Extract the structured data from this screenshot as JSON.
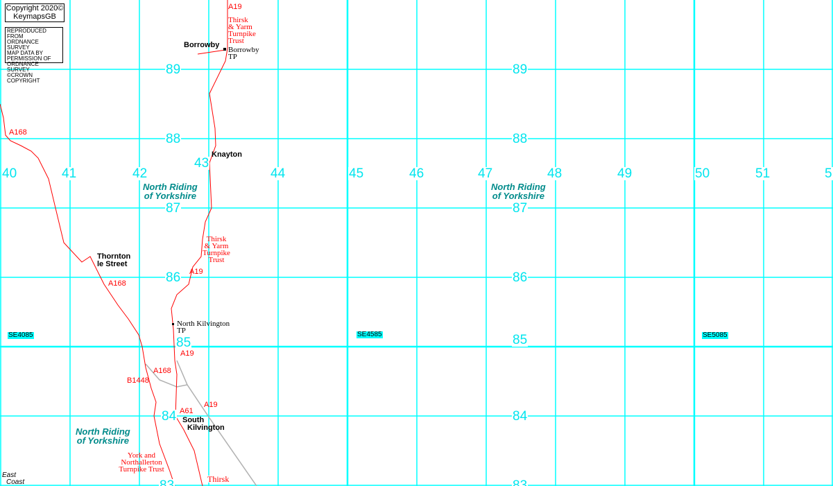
{
  "copyright": {
    "line1": "Copyright 2020©",
    "line2": "KeymapsGB"
  },
  "os_notice": [
    "REPRODUCED FROM",
    "ORDNANCE SURVEY",
    "MAP DATA BY",
    "PERMISSION OF",
    "ORDNANCE SURVEY",
    "©CROWN COPYRIGHT"
  ],
  "colors": {
    "grid": "#00ffff",
    "road": "#ff0000",
    "minor_road": "#b0b0b0",
    "county": "#008b8b"
  },
  "eastings": [
    "40",
    "41",
    "42",
    "43",
    "44",
    "45",
    "46",
    "47",
    "48",
    "49",
    "50",
    "51",
    "5"
  ],
  "northings": {
    "col1": [
      "89",
      "88",
      "87",
      "86",
      "85",
      "84",
      "83"
    ],
    "col2": [
      "89",
      "88",
      "87",
      "86",
      "85",
      "84",
      "83"
    ]
  },
  "grid_refs": [
    "SE4085",
    "SE4585",
    "SE5085"
  ],
  "places": {
    "borrowby": "Borrowby",
    "knayton": "Knayton",
    "thornton": [
      "Thornton",
      "le Street"
    ],
    "south_kilvington": [
      "South",
      "Kilvington"
    ]
  },
  "turnpikes": {
    "borrowby_tp": [
      "Borrowby",
      "TP"
    ],
    "north_kilvington_tp": [
      "North Kilvington",
      "TP"
    ]
  },
  "trusts": {
    "thirsk_yarm_1": [
      "Thirsk",
      "& Yarm",
      "Turnpike",
      "Trust"
    ],
    "thirsk_yarm_2": [
      "Thirsk",
      "& Yarm",
      "Turnpike",
      "Trust"
    ],
    "york_northallerton": [
      "York and",
      "Northallerton",
      "Turnpike Trust"
    ],
    "thirsk_bottom": "Thirsk"
  },
  "roads": {
    "a19_top": "A19",
    "a168_top": "A168",
    "a19_mid": "A19",
    "a168_mid": "A168",
    "a19_low": "A19",
    "a168_low": "A168",
    "b1448": "B1448",
    "a19_east": "A19",
    "a61": "A61"
  },
  "counties": {
    "c1": [
      "North Riding",
      "of Yorkshire"
    ],
    "c2": [
      "North Riding",
      "of Yorkshire"
    ],
    "c3": [
      "North Riding",
      "of Yorkshire"
    ]
  },
  "railway": [
    "East",
    "Coast"
  ]
}
